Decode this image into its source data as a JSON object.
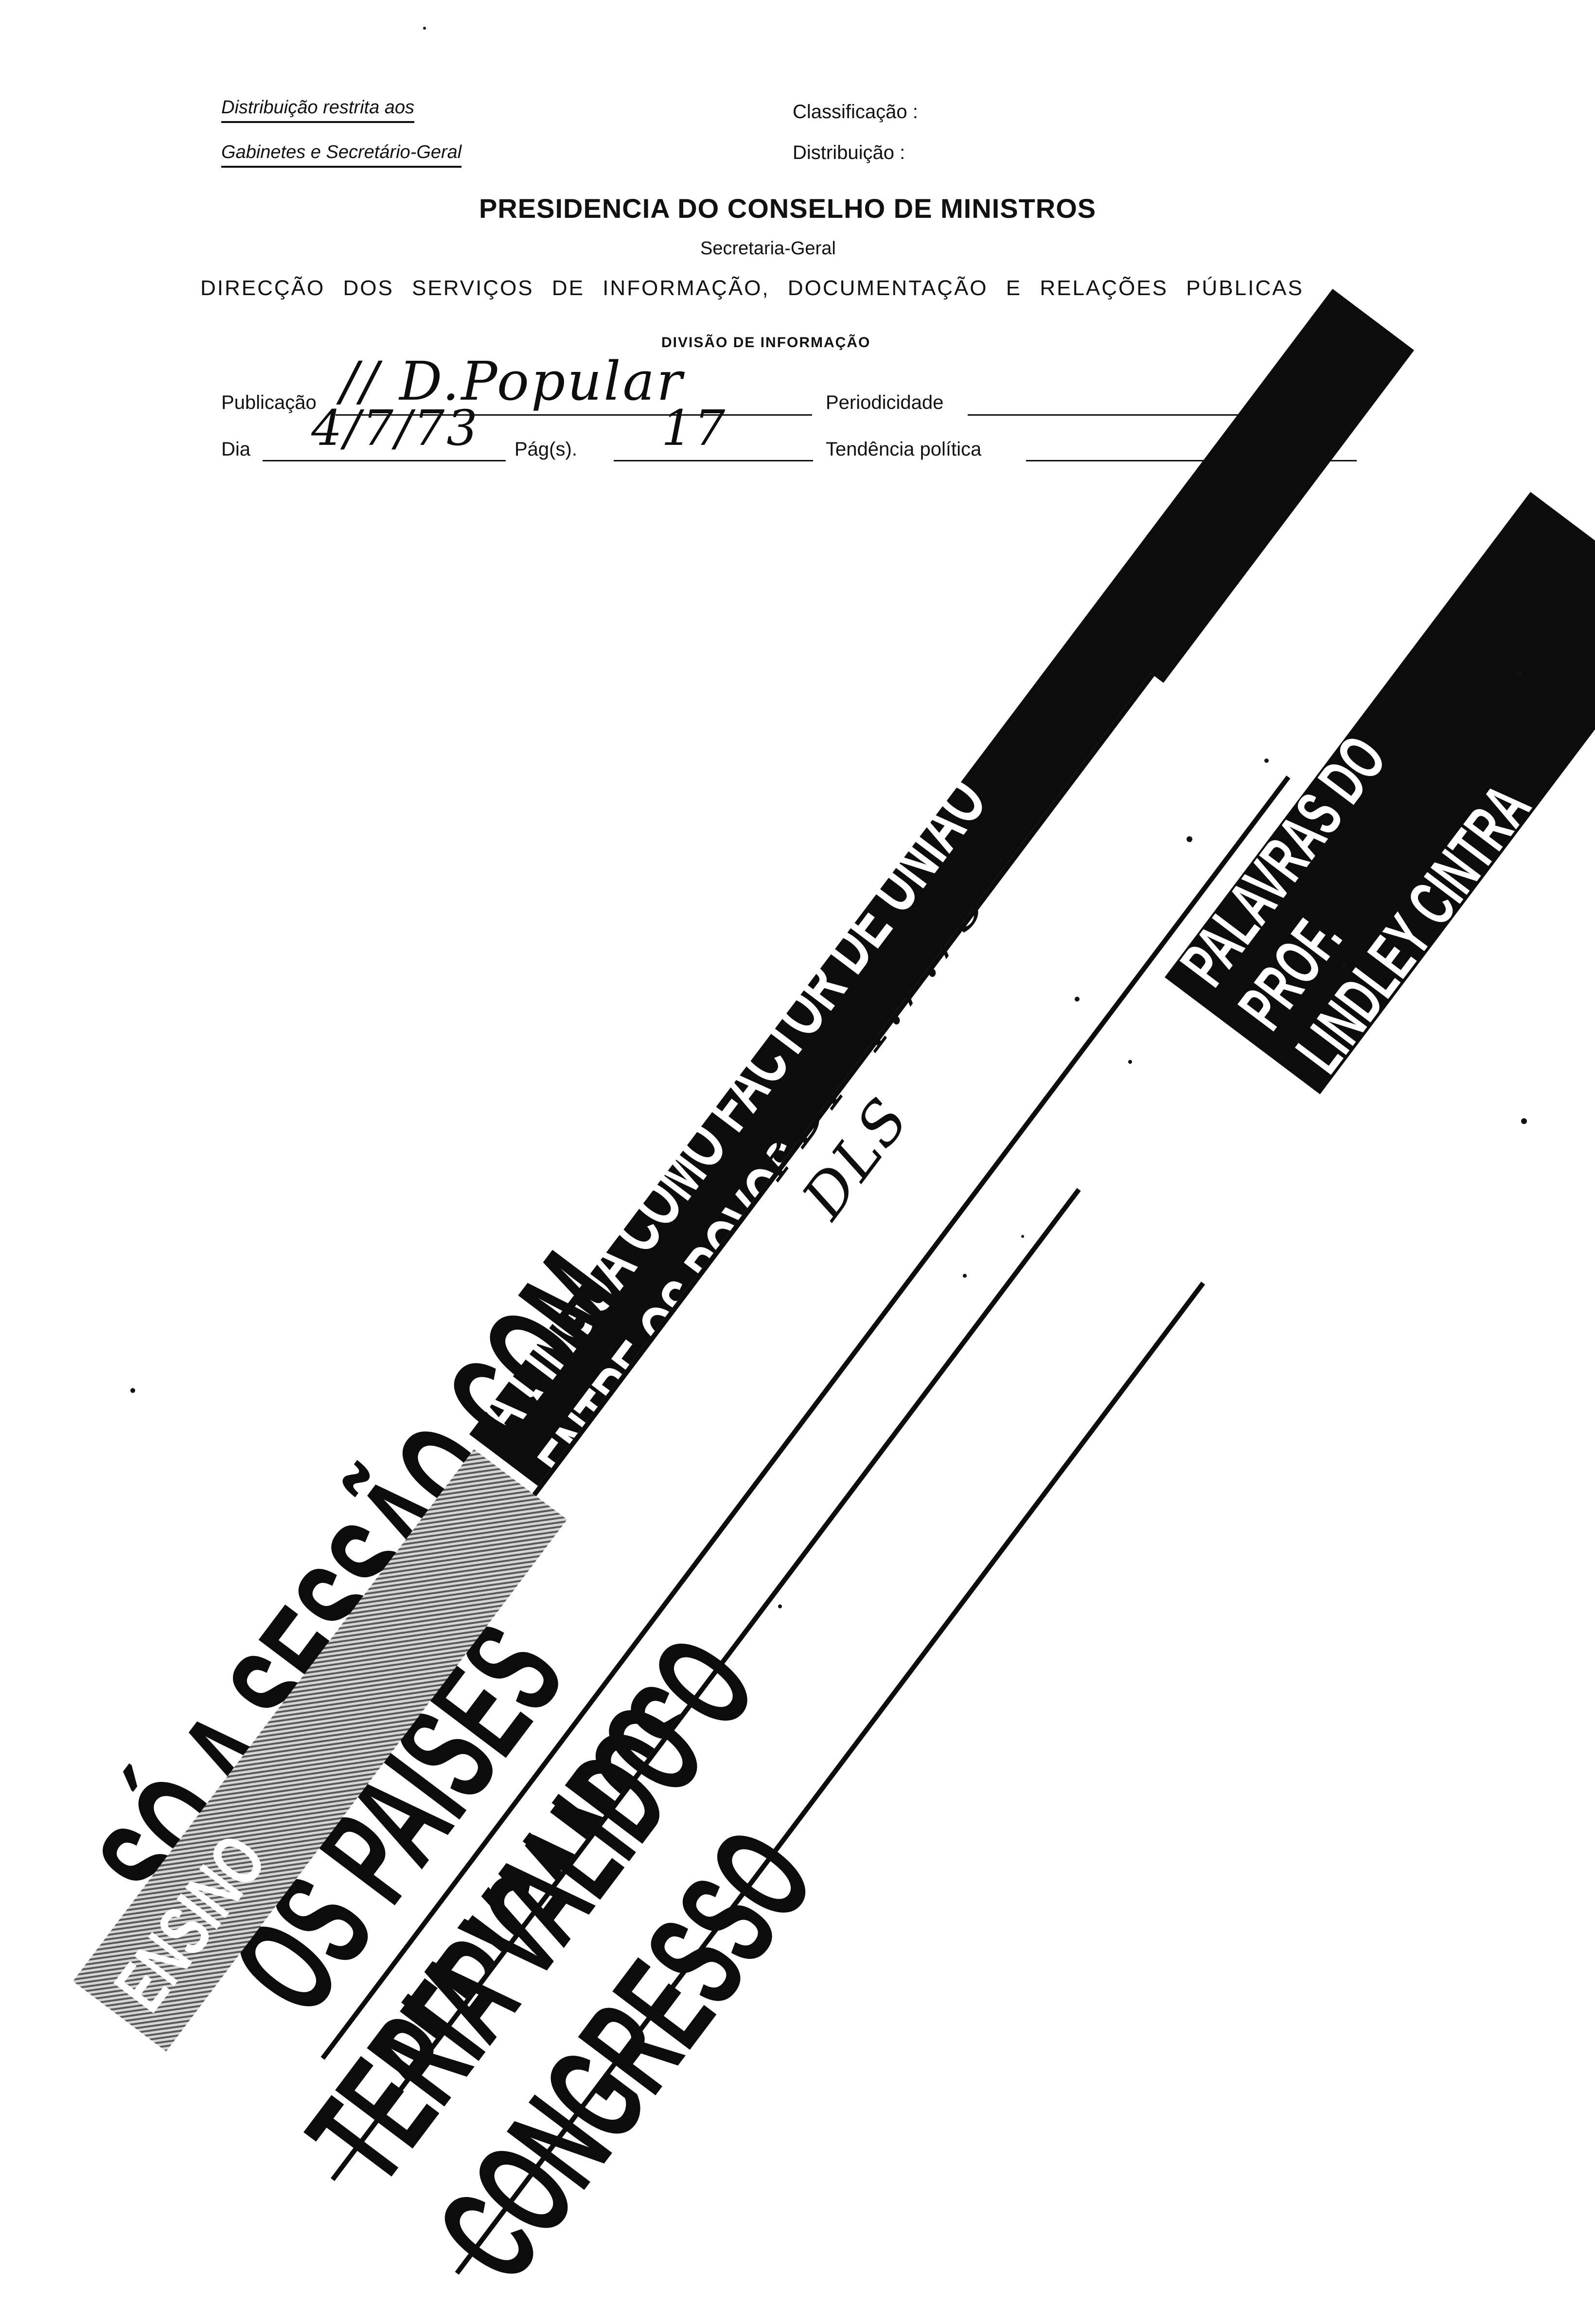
{
  "header": {
    "distribution_line1": "Distribuição restrita aos",
    "distribution_line2": "Gabinetes e Secretário-Geral",
    "classificacao_label": "Classificação :",
    "distribuicao_label": "Distribuição :",
    "title": "PRESIDENCIA DO CONSELHO DE MINISTROS",
    "subtitle": "Secretaria-Geral",
    "direccao": "DIRECÇÃO DOS SERVIÇOS DE INFORMAÇÃO, DOCUMENTAÇÃO E RELAÇÕES PÚBLICAS",
    "divisao": "DIVISÃO DE INFORMAÇÃO"
  },
  "form": {
    "publicacao_label": "Publicação",
    "publicacao_value": "//  D.Popular",
    "periodicidade_label": "Periodicidade",
    "dia_label": "Dia",
    "dia_value": "4/7/73",
    "pags_label": "Pág(s).",
    "pags_value": "17",
    "tendencia_label": "Tendência política"
  },
  "clipping": {
    "section_tag": "ENSINO",
    "kicker": "A LÍNGUA COMO FACTOR DE UNIÃO ENTRE OS POVOS",
    "headline_line1": "SÓ A SESSÃO COM OS PAÍSES AFRICANOS",
    "headline_line2": "TERIA VALIDO O CONGRESSO",
    "sidebar_line1": "PALAVRAS DO PROF.",
    "sidebar_line2": "LINDLEY CINTRA",
    "handwritten_note": "PDP 4.7.73 DLS"
  }
}
